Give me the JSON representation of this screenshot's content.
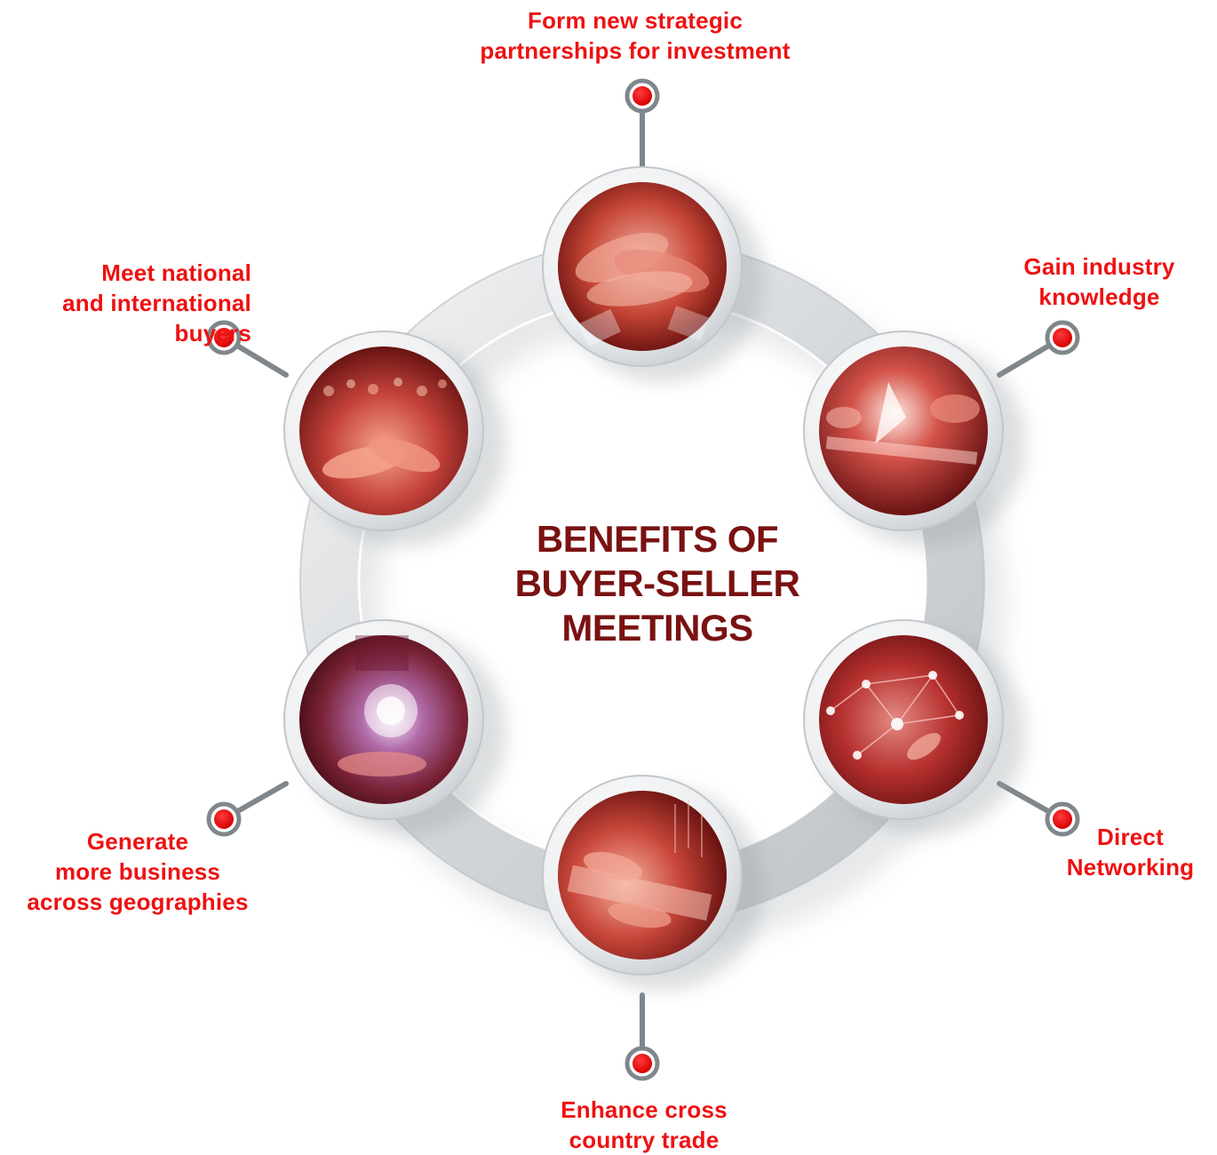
{
  "diagram": {
    "title": "BENEFITS OF\nBUYER-SELLER\nMEETINGS",
    "colors": {
      "accent_red": "#ee1111",
      "title_dark_red": "#7a1212",
      "ring_gray": "#d9dcdf",
      "connector_gray": "#7f878c"
    },
    "nodes": [
      {
        "id": "top",
        "label": "Form new strategic\npartnerships for investment",
        "icon": "stacked-hands-teamwork-photo"
      },
      {
        "id": "top-right",
        "label": "Gain industry\nknowledge",
        "icon": "business-analysis-photo"
      },
      {
        "id": "bottom-right",
        "label": "Direct\nNetworking",
        "icon": "network-connections-photo"
      },
      {
        "id": "bottom",
        "label": "Enhance cross\ncountry trade",
        "icon": "laptop-typing-photo"
      },
      {
        "id": "bottom-left",
        "label": "Generate\nmore business\nacross geographies",
        "icon": "hands-holding-globe-photo"
      },
      {
        "id": "top-left",
        "label": "Meet national\nand international\nbuyers",
        "icon": "handshake-photo"
      }
    ]
  }
}
